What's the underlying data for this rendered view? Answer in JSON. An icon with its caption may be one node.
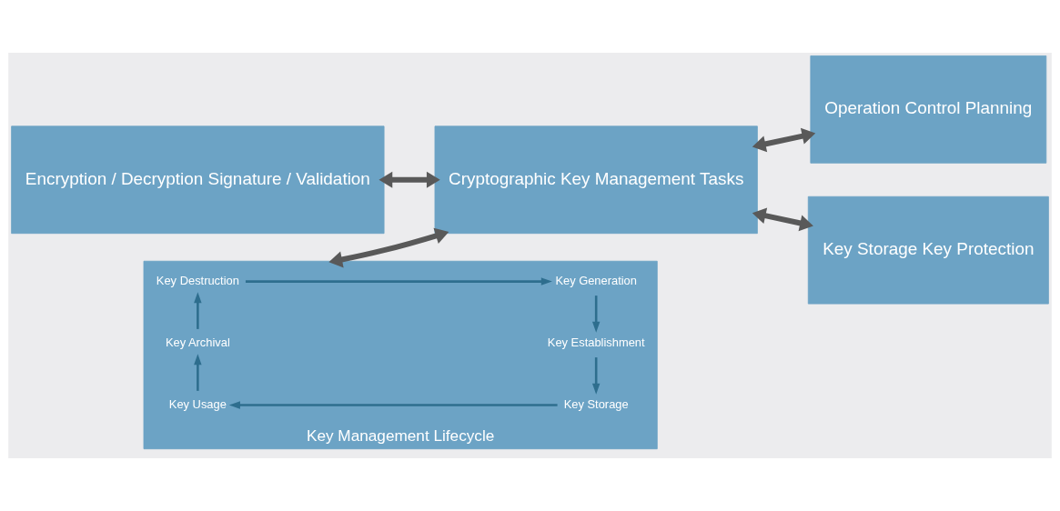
{
  "diagram": {
    "nodes": [
      {
        "text": [
          "Encryption / Decryption Signature / Validation"
        ]
      },
      {
        "text": [
          "Operation Control Planning"
        ]
      },
      {
        "text": [
          "Cryptographic Key Management Tasks"
        ]
      },
      {
        "text": [
          "Key Management Lifecycle"
        ]
      },
      {
        "text": [
          "Key Destruction"
        ],
        "in": 3
      },
      {
        "text": [
          "Key Generation"
        ],
        "in": 3
      },
      {
        "text": [
          "Key Archival"
        ],
        "in": 3
      },
      {
        "text": [
          "Key Establishment"
        ],
        "in": 3
      },
      {
        "text": [
          "Key Usage"
        ],
        "in": 3
      },
      {
        "text": [
          "Key Storage"
        ],
        "in": 3
      },
      {
        "text": [
          "Key Storage Key Protection"
        ]
      }
    ],
    "edges": [
      {
        "from": 0,
        "to": 2,
        "arrow": "both",
        "style": "thick",
        "color": "#595959"
      },
      {
        "from": 2,
        "to": 1,
        "arrow": "both",
        "style": "thick",
        "color": "#595959"
      },
      {
        "from": 3,
        "to": 2,
        "arrow": "both",
        "style": "thick",
        "color": "#595959"
      },
      {
        "from": 2,
        "to": 10,
        "arrow": "both",
        "style": "thick",
        "color": "#595959"
      },
      {
        "from": 4,
        "to": 5,
        "arrow": "to"
      },
      {
        "from": 5,
        "to": 7,
        "arrow": "to"
      },
      {
        "from": 7,
        "to": 9,
        "arrow": "to"
      },
      {
        "from": 9,
        "to": 8,
        "arrow": "to"
      },
      {
        "from": 8,
        "to": 6,
        "arrow": "to"
      },
      {
        "from": 6,
        "to": 4,
        "arrow": "to"
      }
    ]
  }
}
